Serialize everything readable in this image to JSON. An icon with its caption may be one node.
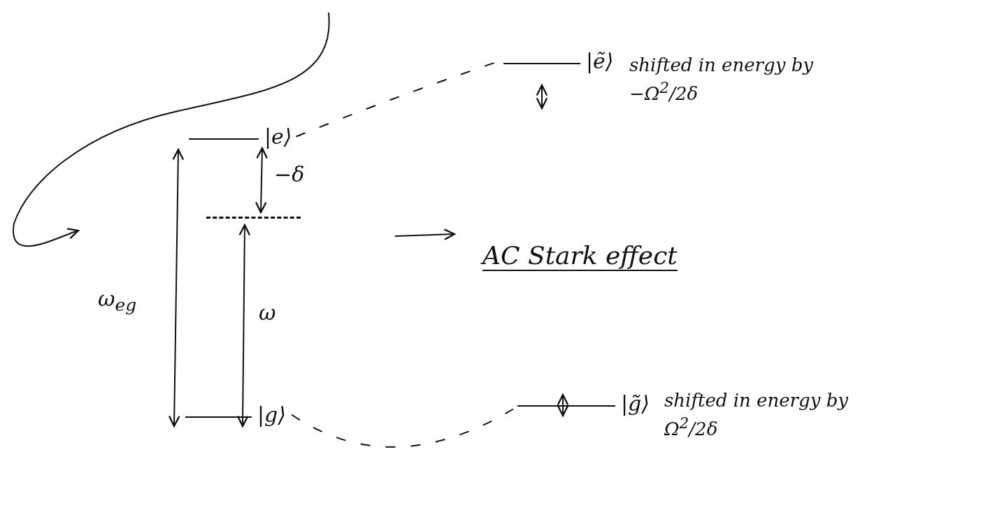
{
  "diagram": {
    "nodes": [
      {
        "text": [
          "|e⟩"
        ]
      },
      {
        "text": [],
        "shape": "line"
      },
      {
        "text": [
          "|g⟩"
        ]
      },
      {
        "text": [
          "|ẽ⟩"
        ],
        "beside": [
          "shifted in energy by −Ω$^{2}$/2δ"
        ]
      },
      {
        "text": [
          "|g̃⟩"
        ],
        "beside": [
          "shifted in energy by Ω$^{2}$/2δ"
        ]
      },
      {
        "text": [
          "AC Stark effect"
        ]
      }
    ],
    "edges": [
      {
        "from": 0,
        "to": 3,
        "arrow": "none",
        "style": "dashed"
      },
      {
        "from": 0,
        "to": 2,
        "arrow": "both"
      },
      {
        "from": 0,
        "to": 1,
        "arrow": "both"
      },
      {
        "from": 1,
        "to": 2,
        "arrow": "both"
      },
      {
        "from": null,
        "to": 5,
        "arrow": "to"
      },
      {
        "from": 2,
        "to": 4,
        "arrow": "none",
        "style": "dashed"
      }
    ],
    "labels": [
      "−δ",
      "ω$_{eg}$",
      "ω"
    ]
  }
}
